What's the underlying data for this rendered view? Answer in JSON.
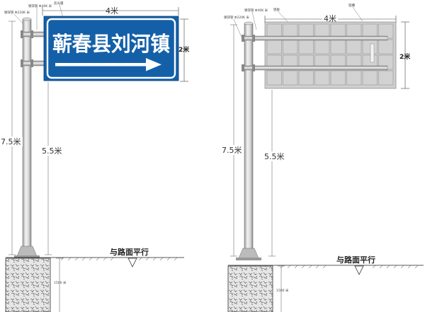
{
  "left": {
    "sign_text": "蕲春县刘河镇",
    "width_label": "4米",
    "height_label": "2米",
    "pole_total_label": "7.5米",
    "clearance_label": "5.5米",
    "ground_label": "与路面平行",
    "callout_reflective": "反光膜",
    "callout_pipe_a": "镀锌管 Φ40K 米",
    "callout_pipe_b": "镀锌管 Φ220K 米",
    "foundation_label": "1500 米",
    "colors": {
      "sign_blue": "#1460a8",
      "panel_gray": "#cfcfcf"
    }
  },
  "right": {
    "width_label": "4米",
    "height_label": "2米",
    "pole_total_label": "7.5米",
    "clearance_label": "5.5米",
    "ground_label": "与路面平行",
    "callout_plate": "铝板",
    "callout_channel": "铝槽",
    "callout_pipe_a": "镀锌管 Φ40K 米",
    "callout_pipe_b": "镀锌管 Φ220K 米",
    "foundation_label": "1500 米"
  }
}
